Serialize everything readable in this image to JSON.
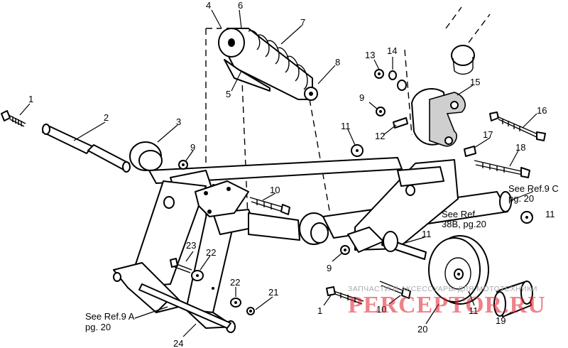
{
  "diagram": {
    "callouts": [
      "1",
      "2",
      "3",
      "4",
      "5",
      "6",
      "7",
      "8",
      "9",
      "9",
      "9",
      "10",
      "10",
      "11",
      "11",
      "11",
      "11",
      "12",
      "13",
      "14",
      "15",
      "16",
      "17",
      "18",
      "19",
      "20",
      "21",
      "22",
      "22",
      "23",
      "24",
      "1"
    ],
    "references": {
      "ref_9c_line1": "See Ref.9 C",
      "ref_9c_line2": "pg. 20",
      "ref_38b_line1": "See Ref.",
      "ref_38b_line2": "38B, pg.20",
      "ref_9a_line1": "See Ref.9 A",
      "ref_9a_line2": "pg. 20"
    }
  },
  "watermark": {
    "caption": "ЗАПЧАСТИ И АКСЕССУАРЫ ДЛЯ МОТОТЕХНИКИ",
    "logo_text": "PERCEPTOR.RU"
  }
}
